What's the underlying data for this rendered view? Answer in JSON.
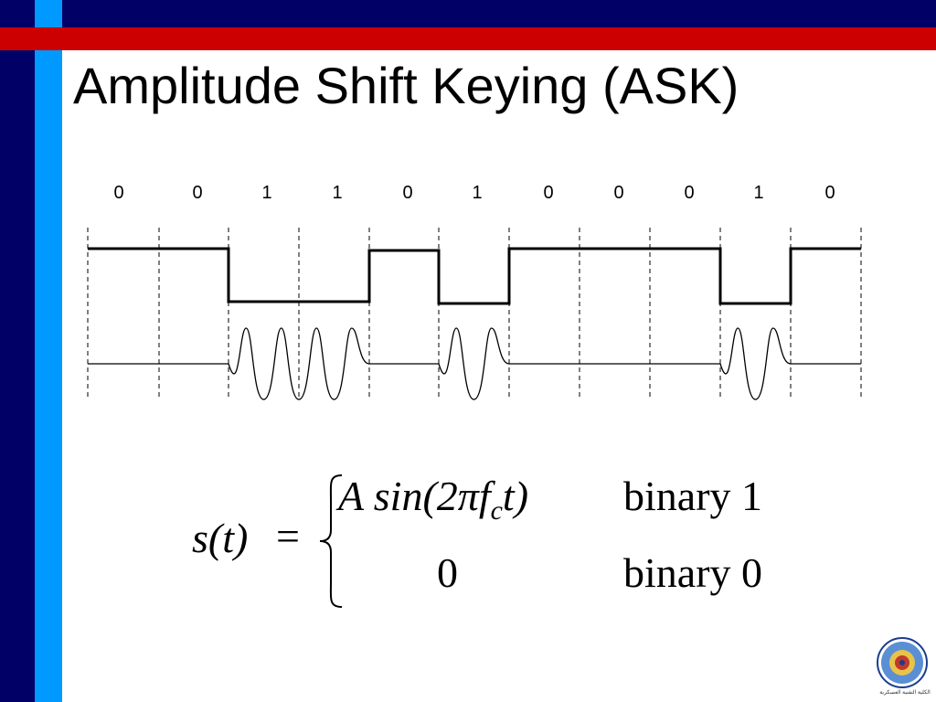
{
  "slide": {
    "title": "Amplitude Shift Keying (ASK)"
  },
  "bits": [
    "0",
    "0",
    "1",
    "1",
    "0",
    "1",
    "0",
    "0",
    "0",
    "1",
    "0"
  ],
  "formula": {
    "lhs": "s(t)",
    "eq": "=",
    "case1_expr": "A sin(2πf",
    "case1_sub": "c",
    "case1_tail": "t)",
    "case1_label": "binary 1",
    "case0_expr": "0",
    "case0_label": "binary 0"
  },
  "logo": {
    "caption": "الكلية التقنية العسكرية"
  },
  "colors": {
    "navy": "#000066",
    "red": "#cc0000",
    "cyan": "#0099ff"
  }
}
